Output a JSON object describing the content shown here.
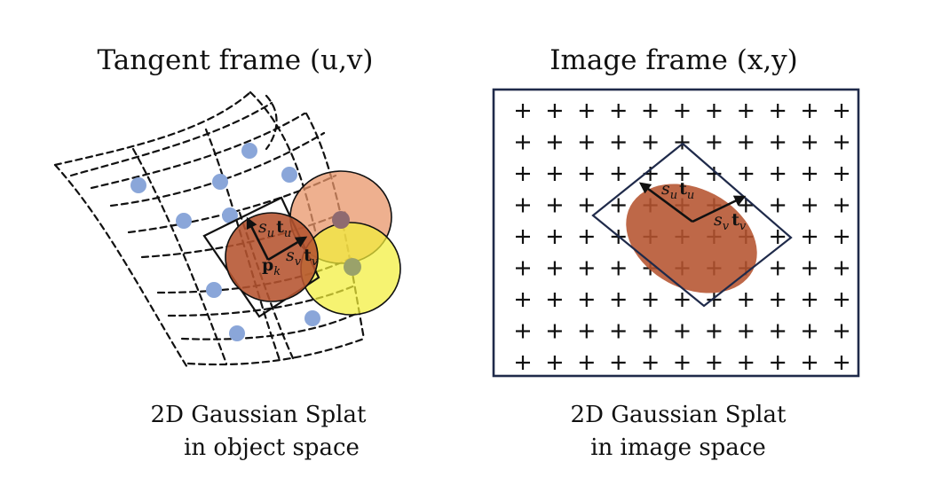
{
  "left_panel": {
    "title": "Tangent frame (u,v)",
    "caption_line1": "2D Gaussian Splat",
    "caption_line2": "in object space",
    "labels": {
      "s": "s",
      "u": "u",
      "v": "v",
      "t": "t",
      "p": "p",
      "k": "k"
    }
  },
  "right_panel": {
    "title": "Image frame (x,y)",
    "caption_line1": "2D Gaussian Splat",
    "caption_line2": "in image space",
    "labels": {
      "s": "s",
      "u": "u",
      "v": "v",
      "t": "t"
    }
  },
  "colors": {
    "splat_primary": "#b5532f",
    "splat_secondary": "#e8956a",
    "splat_yellow": "#f2ee3a",
    "points": "#8aa6d9",
    "frame": "#1f2a4a",
    "ink": "#111111"
  },
  "icons": {
    "grid_marker": "plus-sign"
  }
}
